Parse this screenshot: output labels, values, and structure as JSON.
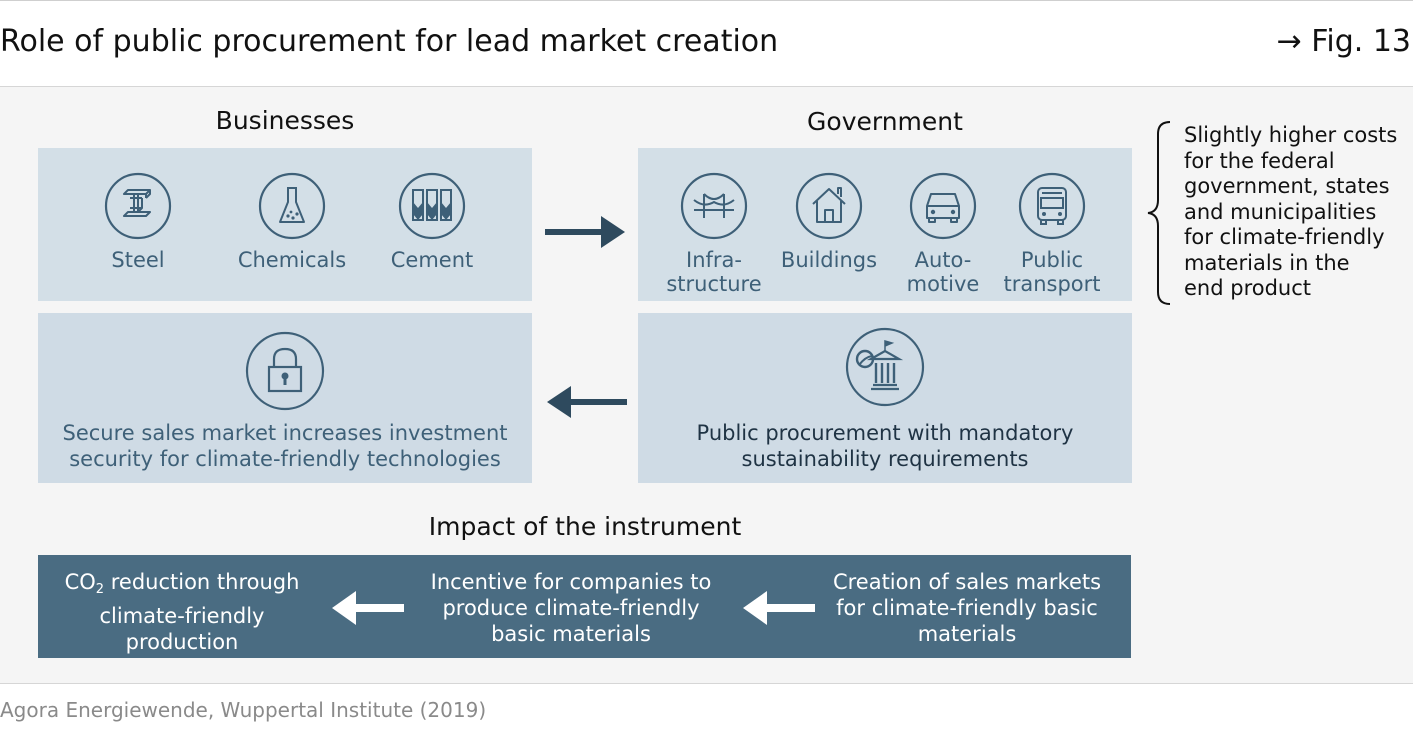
{
  "header": {
    "title": "Role of public procurement for lead market creation",
    "figure_ref": "→ Fig. 13"
  },
  "businesses": {
    "heading": "Businesses",
    "items": [
      {
        "label": "Steel",
        "icon": "steel-beam-icon"
      },
      {
        "label": "Chemicals",
        "icon": "flask-icon"
      },
      {
        "label": "Cement",
        "icon": "cement-silo-icon"
      }
    ]
  },
  "government": {
    "heading": "Government",
    "items": [
      {
        "label_line1": "Infra-",
        "label_line2": "structure",
        "icon": "bridge-icon"
      },
      {
        "label_line1": "Buildings",
        "label_line2": "",
        "icon": "house-icon"
      },
      {
        "label_line1": "Auto-",
        "label_line2": "motive",
        "icon": "car-icon"
      },
      {
        "label_line1": "Public",
        "label_line2": "transport",
        "icon": "bus-icon"
      }
    ]
  },
  "secure_market": {
    "line1": "Secure sales market increases investment",
    "line2": "security for climate-friendly technologies",
    "icon": "lock-icon"
  },
  "public_procurement": {
    "line1": "Public procurement with mandatory",
    "line2": "sustainability requirements",
    "icon": "government-building-leaf-icon"
  },
  "side_note": {
    "lines": [
      "Slightly higher costs",
      "for the federal",
      "government, states",
      "and municipalities",
      "for climate-friendly",
      "materials in the",
      "end product"
    ]
  },
  "impact": {
    "heading": "Impact of the instrument",
    "co2_prefix": "CO",
    "co2_sub": "2",
    "co2_rest": " reduction through",
    "co2_line2": "climate-friendly",
    "co2_line3": "production",
    "incentive_line1": "Incentive for companies to",
    "incentive_line2": "produce climate-friendly",
    "incentive_line3": "basic materials",
    "creation_line1": "Creation of sales markets",
    "creation_line2": "for climate-friendly basic",
    "creation_line3": "materials"
  },
  "source": "Agora Energiewende, Wuppertal Institute (2019)",
  "colors": {
    "box_light": "#d3dfe7",
    "icon_blue": "#3e6078",
    "arrow_dark": "#2e4a5e",
    "bottom_bar": "#4a6c82"
  }
}
